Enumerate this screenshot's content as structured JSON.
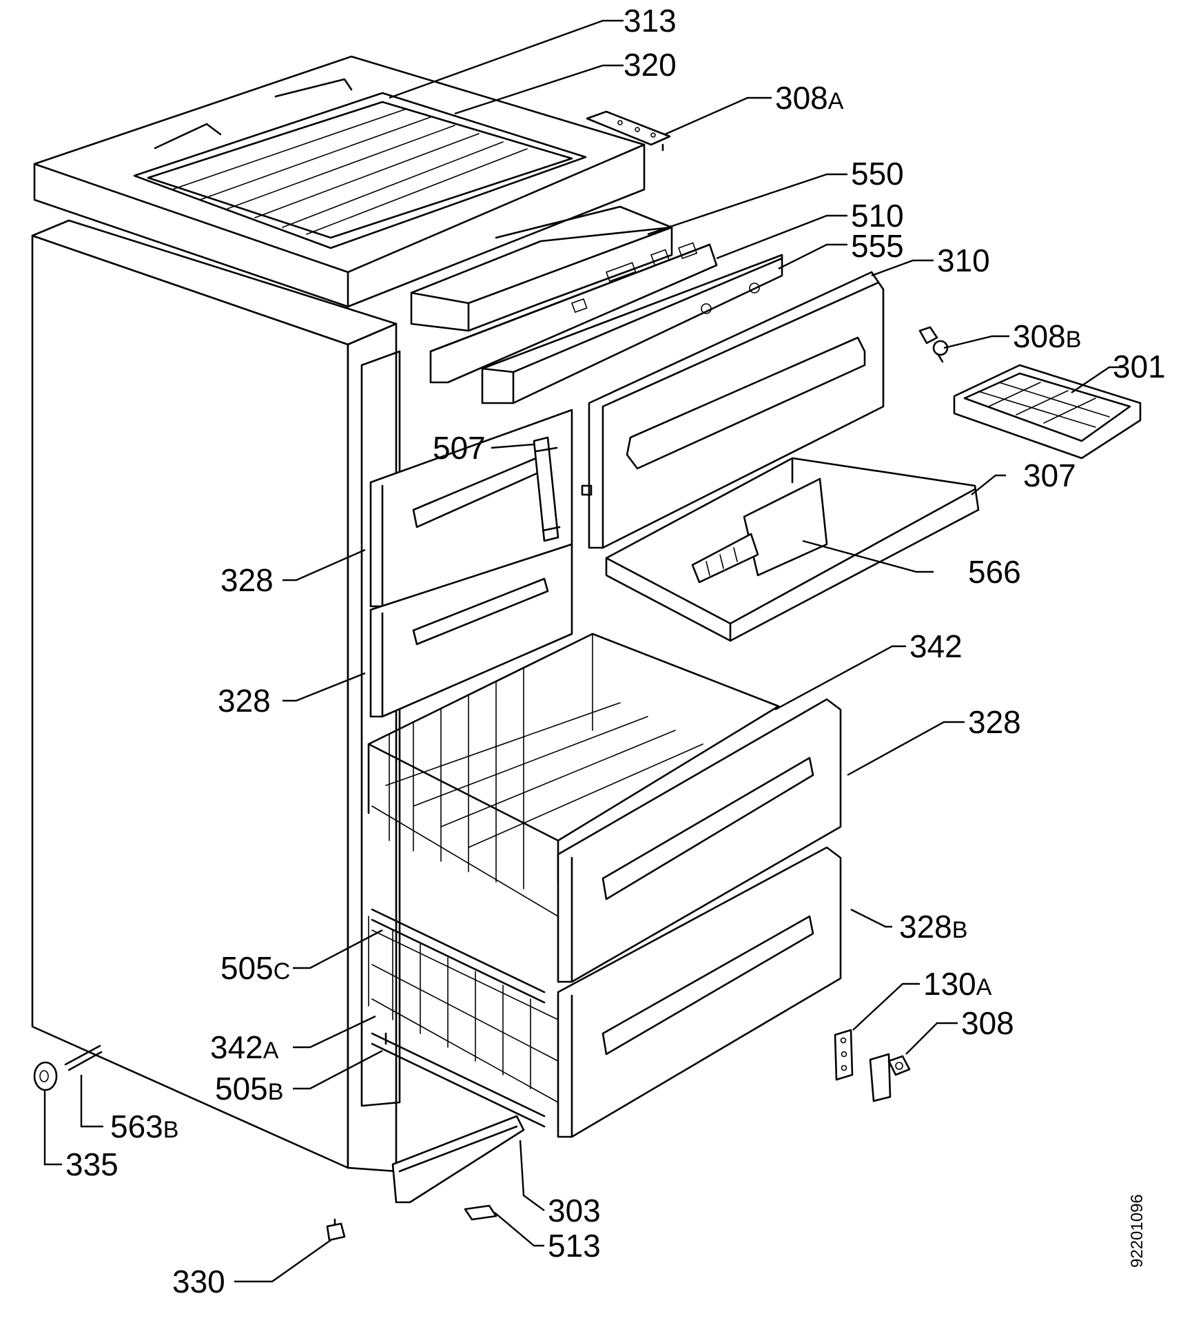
{
  "diagram": {
    "callouts": [
      {
        "id": "313",
        "num": "313",
        "suffix": ""
      },
      {
        "id": "320",
        "num": "320",
        "suffix": ""
      },
      {
        "id": "308a",
        "num": "308",
        "suffix": "A"
      },
      {
        "id": "550",
        "num": "550",
        "suffix": ""
      },
      {
        "id": "510",
        "num": "510",
        "suffix": ""
      },
      {
        "id": "555",
        "num": "555",
        "suffix": ""
      },
      {
        "id": "310",
        "num": "310",
        "suffix": ""
      },
      {
        "id": "308b",
        "num": "308",
        "suffix": "B"
      },
      {
        "id": "301",
        "num": "301",
        "suffix": ""
      },
      {
        "id": "307",
        "num": "307",
        "suffix": ""
      },
      {
        "id": "507",
        "num": "507",
        "suffix": ""
      },
      {
        "id": "566",
        "num": "566",
        "suffix": ""
      },
      {
        "id": "328-1",
        "num": "328",
        "suffix": ""
      },
      {
        "id": "328-2",
        "num": "328",
        "suffix": ""
      },
      {
        "id": "342",
        "num": "342",
        "suffix": ""
      },
      {
        "id": "328-3",
        "num": "328",
        "suffix": ""
      },
      {
        "id": "328b",
        "num": "328",
        "suffix": "B"
      },
      {
        "id": "505c",
        "num": "505",
        "suffix": "C"
      },
      {
        "id": "130a",
        "num": "130",
        "suffix": "A"
      },
      {
        "id": "342a",
        "num": "342",
        "suffix": "A"
      },
      {
        "id": "308",
        "num": "308",
        "suffix": ""
      },
      {
        "id": "505b",
        "num": "505",
        "suffix": "B"
      },
      {
        "id": "563b",
        "num": "563",
        "suffix": "B"
      },
      {
        "id": "335",
        "num": "335",
        "suffix": ""
      },
      {
        "id": "303",
        "num": "303",
        "suffix": ""
      },
      {
        "id": "513",
        "num": "513",
        "suffix": ""
      },
      {
        "id": "330",
        "num": "330",
        "suffix": ""
      }
    ],
    "document_number": "92201096"
  }
}
